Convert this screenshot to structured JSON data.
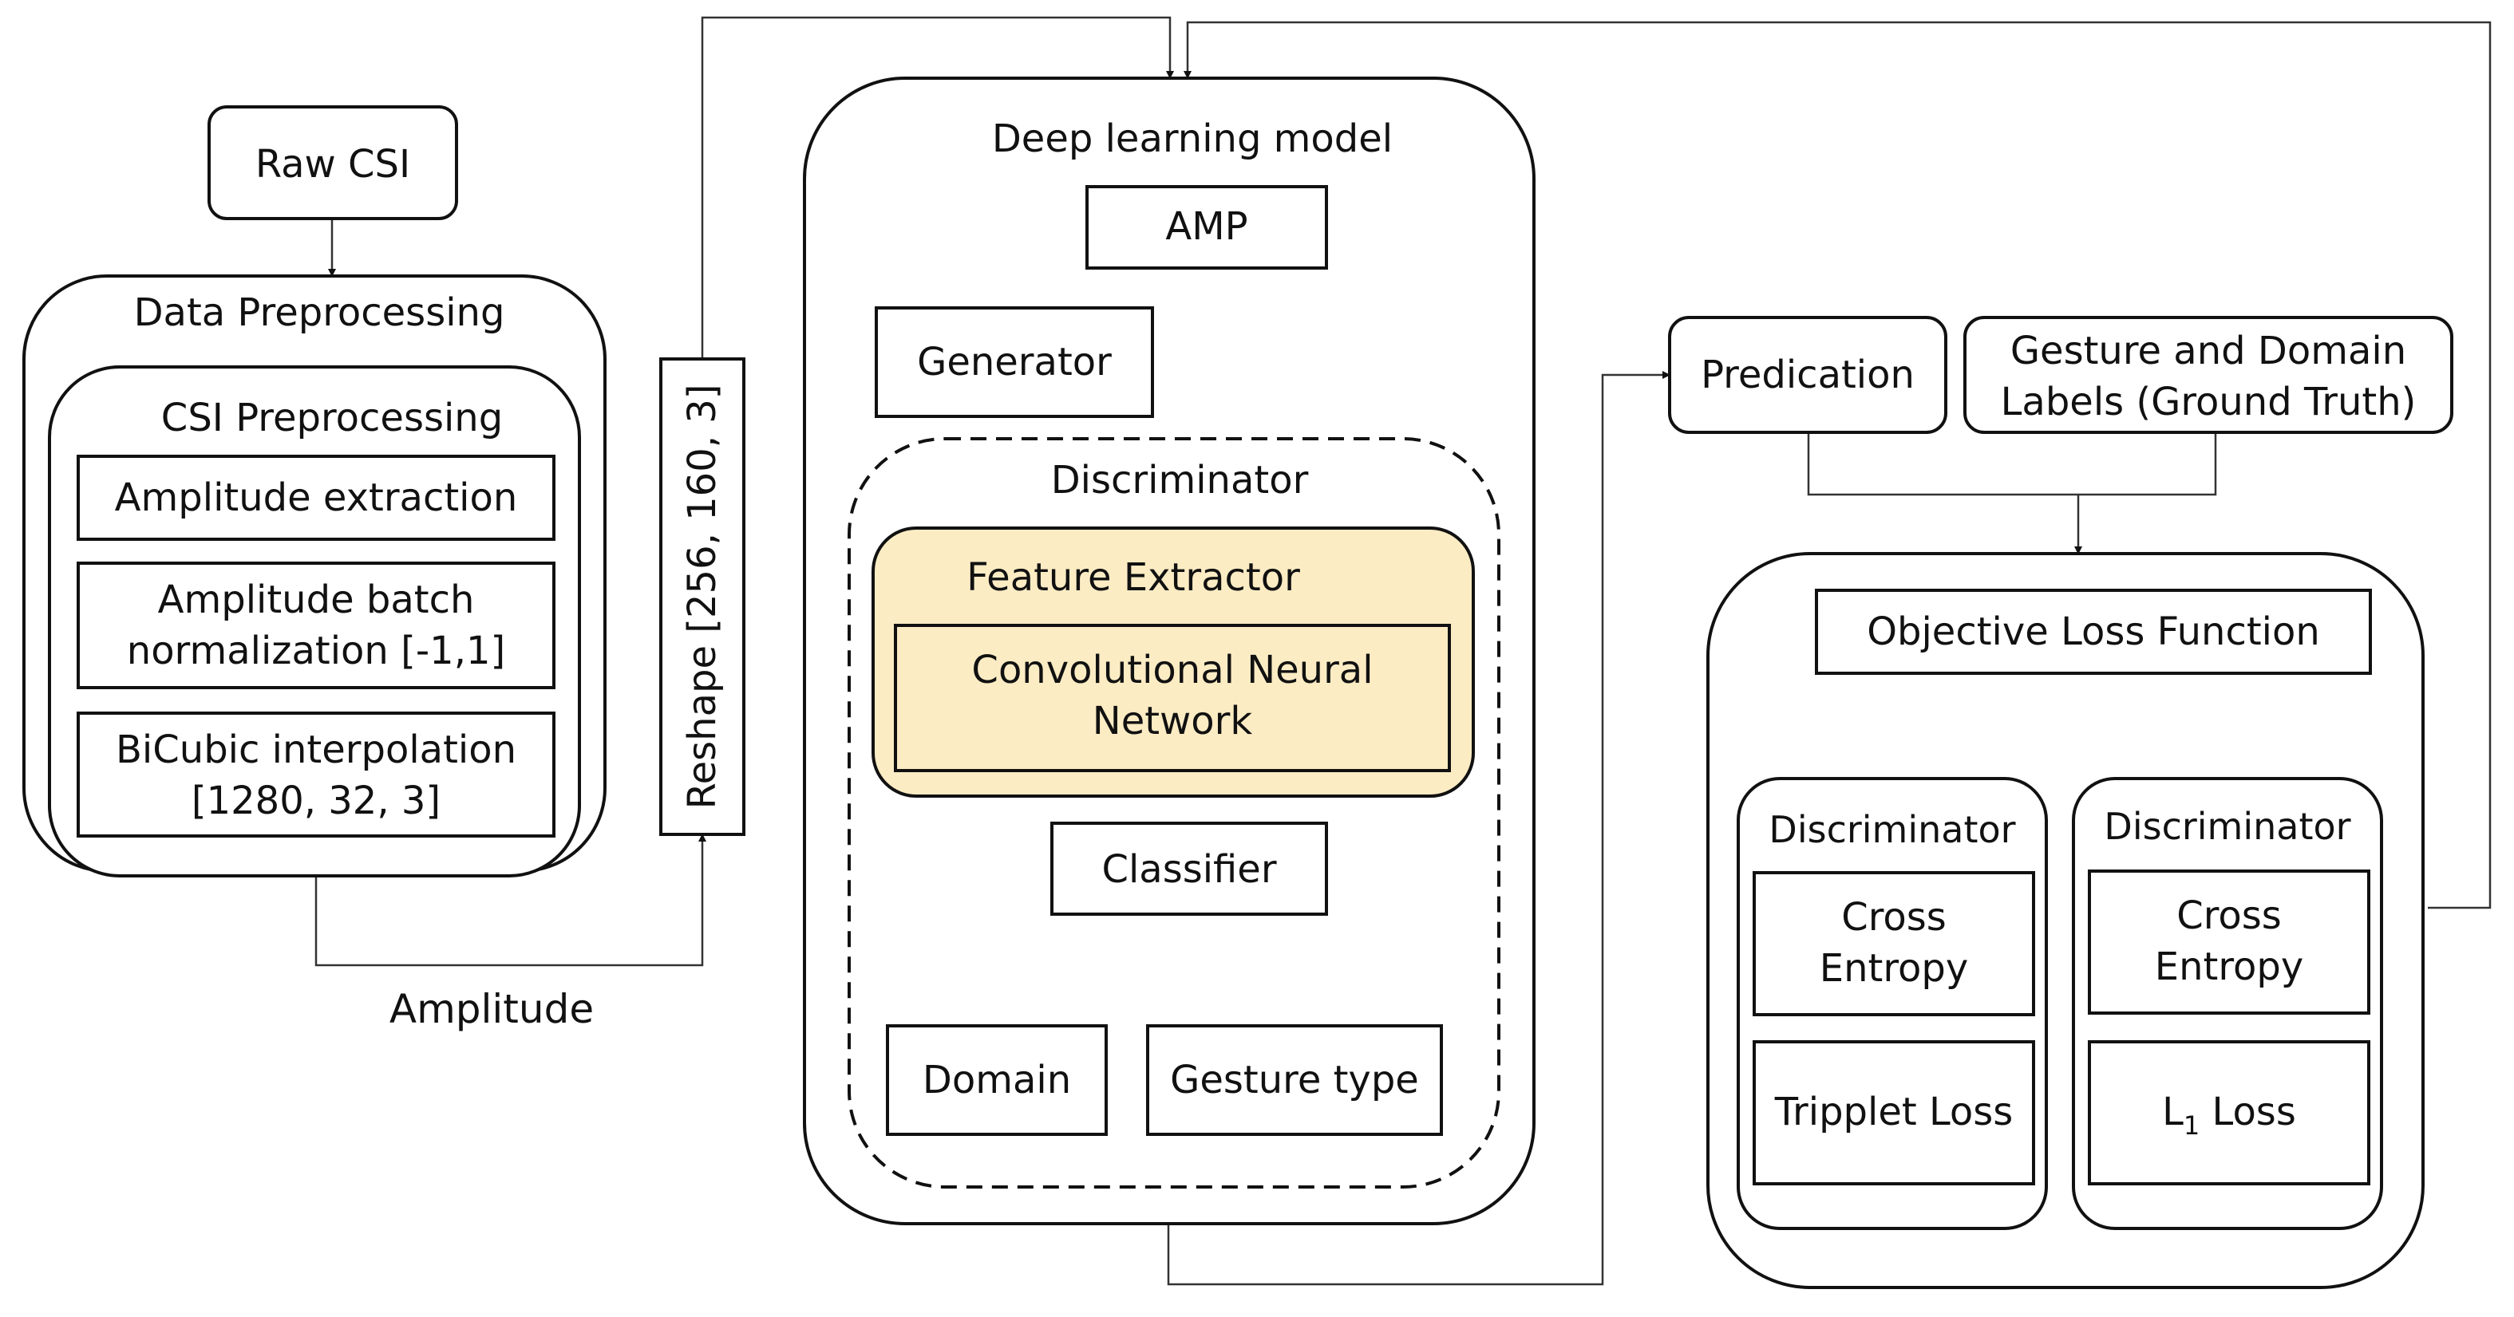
{
  "colors": {
    "feature_extractor_fill": "#fcecc4",
    "stroke": "#111111",
    "connector": "#333333"
  },
  "raw_csi": {
    "label": "Raw CSI"
  },
  "data_preprocessing": {
    "title": "Data Preprocessing",
    "csi_preprocessing": {
      "title": "CSI Preprocessing",
      "steps": [
        {
          "lines": [
            "Amplitude extraction"
          ]
        },
        {
          "lines": [
            "Amplitude batch",
            "normalization [-1,1]"
          ]
        },
        {
          "lines": [
            "BiCubic interpolation",
            "[1280, 32, 3]"
          ]
        }
      ]
    }
  },
  "amplitude_label": "Amplitude",
  "reshape": {
    "label": "Reshape [256, 160, 3]"
  },
  "deep_learning_model": {
    "title": "Deep learning model",
    "amp": "AMP",
    "generator": "Generator",
    "discriminator": {
      "title": "Discriminator",
      "feature_extractor": {
        "title": "Feature Extractor",
        "cnn_lines": [
          "Convolutional Neural",
          "Network"
        ]
      },
      "classifier": "Classifier",
      "outputs": {
        "domain": "Domain",
        "gesture_type": "Gesture type"
      }
    }
  },
  "predication": "Predication",
  "ground_truth": {
    "lines": [
      "Gesture and Domain",
      "Labels (Ground Truth)"
    ]
  },
  "objective": {
    "title": "Objective Loss Function",
    "left": {
      "title": "Discriminator",
      "cross_entropy_lines": [
        "Cross",
        "Entropy"
      ],
      "loss": "Tripplet Loss"
    },
    "right": {
      "title": "Discriminator",
      "cross_entropy_lines": [
        "Cross",
        "Entropy"
      ],
      "loss_main": "L",
      "loss_sub": "1",
      "loss_rest": " Loss"
    }
  }
}
